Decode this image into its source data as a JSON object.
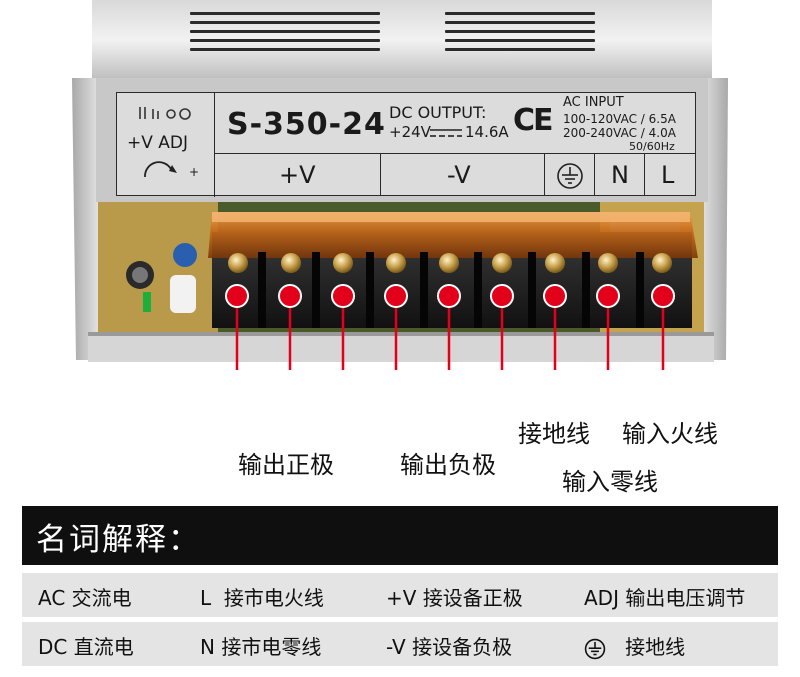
{
  "photo": {
    "label_plate": {
      "knob_label": "+V  ADJ",
      "knob_plus": "+",
      "model": "S-350-24",
      "dc_title": "DC  OUTPUT:",
      "dc_value_left": "+24V",
      "dc_value_right": "14.6A",
      "ce_mark": "CE",
      "ac_title": "AC  INPUT",
      "ac_line1": "100-120VAC / 6.5A",
      "ac_line2": "200-240VAC / 4.0A",
      "ac_freq": "50/60Hz",
      "terminals": [
        "+V",
        "-V",
        "N",
        "L"
      ]
    },
    "callouts": {
      "output_positive": "输出正极",
      "output_negative": "输出负极",
      "ground": "接地线",
      "input_live": "输入火线",
      "input_neutral": "输入零线"
    },
    "marker_color": "#e3001b"
  },
  "glossary": {
    "title": "名词解释：",
    "rows": [
      [
        {
          "key": "AC",
          "desc": "交流电"
        },
        {
          "key": "L",
          "desc": "接市电火线"
        },
        {
          "key": "+V",
          "desc": "接设备正极"
        },
        {
          "key": "ADJ",
          "desc": "输出电压调节"
        }
      ],
      [
        {
          "key": "DC",
          "desc": "直流电"
        },
        {
          "key": "N",
          "desc": "接市电零线"
        },
        {
          "key": "-V",
          "desc": "接设备负极"
        },
        {
          "key": "⏚",
          "desc": "接地线"
        }
      ]
    ]
  }
}
